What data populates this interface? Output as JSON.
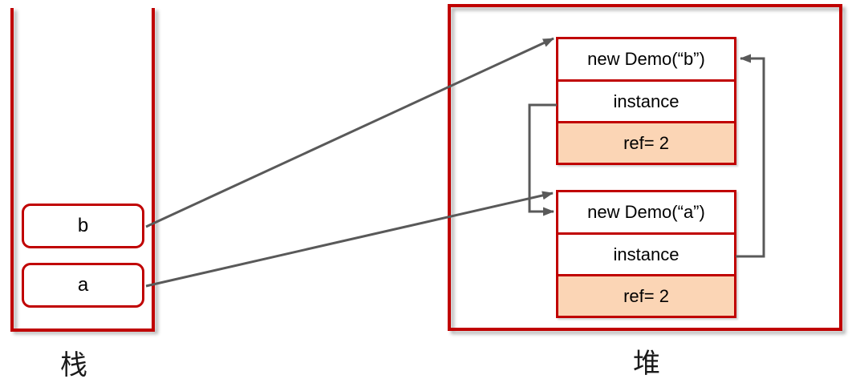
{
  "diagram": {
    "title_semantics": "stack-heap reference counting diagram",
    "stack": {
      "label": "栈",
      "variables": [
        {
          "name": "b"
        },
        {
          "name": "a"
        }
      ]
    },
    "heap": {
      "label": "堆",
      "objects": [
        {
          "title": "new Demo(“b”)",
          "field": "instance",
          "ref": "ref= 2"
        },
        {
          "title": "new Demo(“a”)",
          "field": "instance",
          "ref": "ref= 2"
        }
      ]
    },
    "connectors": [
      {
        "from": "stack-variable-b",
        "to": "heap-object-demo-b",
        "type": "straight-arrow"
      },
      {
        "from": "stack-variable-a",
        "to": "heap-object-demo-a",
        "type": "straight-arrow"
      },
      {
        "from": "heap-object-demo-b-instance",
        "to": "heap-object-demo-a",
        "type": "elbow-arrow"
      },
      {
        "from": "heap-object-demo-a-instance",
        "to": "heap-object-demo-b",
        "type": "elbow-arrow"
      }
    ],
    "colors": {
      "border_red": "#C00000",
      "ref_fill": "#FBD5B5",
      "connector_gray": "#595959",
      "label_color": "#1a1a1a"
    }
  }
}
